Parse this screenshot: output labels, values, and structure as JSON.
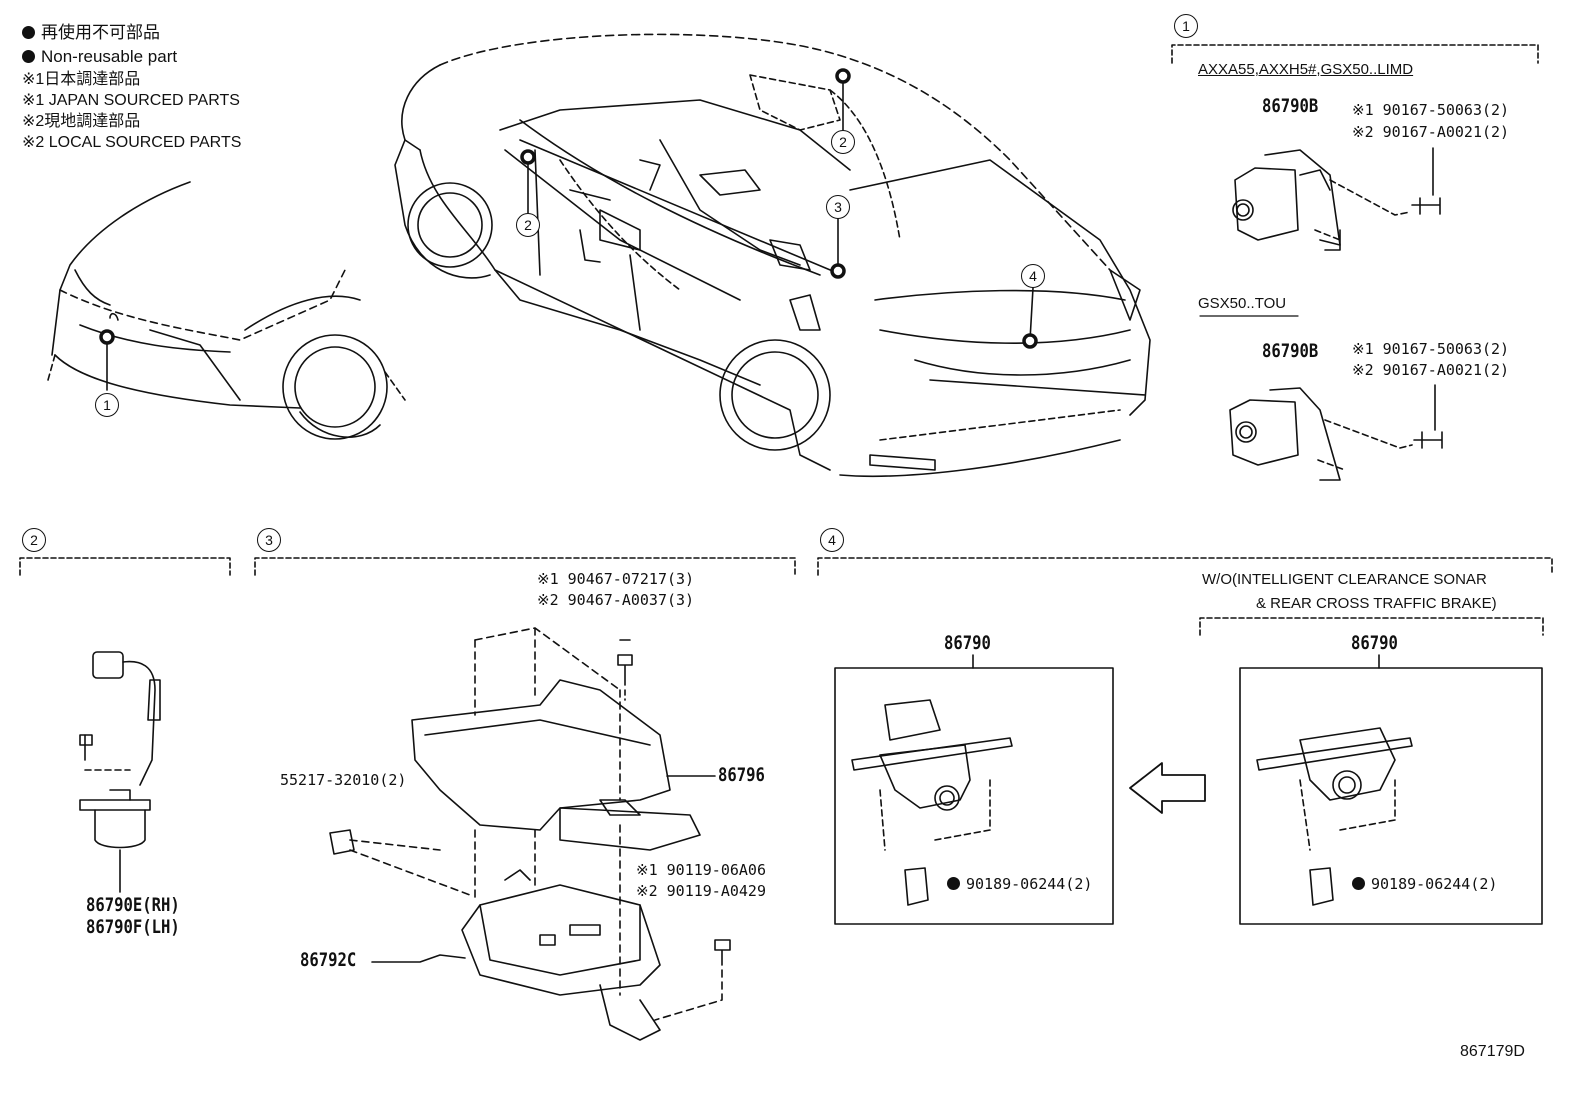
{
  "legend": {
    "non_reusable_jp": "再使用不可部品",
    "non_reusable_en": "Non-reusable part",
    "japan_jp": "※1日本調達部品",
    "japan_en": "※1 JAPAN SOURCED PARTS",
    "local_jp": "※2現地調達部品",
    "local_en": "※2 LOCAL SOURCED PARTS"
  },
  "callouts": [
    "1",
    "2",
    "3",
    "4"
  ],
  "section1": {
    "number": "1",
    "cond_a": "AXXA55,AXXH5#,GSX50..LIMD",
    "cond_b": "GSX50..TOU",
    "part_a": "86790B",
    "part_b": "86790B",
    "screw_a1": "※1 90167-50063(2)",
    "screw_a2": "※2 90167-A0021(2)",
    "screw_b1": "※1 90167-50063(2)",
    "screw_b2": "※2 90167-A0021(2)"
  },
  "section2": {
    "number": "2",
    "part_rh": "86790E(RH)",
    "part_lh": "86790F(LH)"
  },
  "section3": {
    "number": "3",
    "bolt1": "※1 90467-07217(3)",
    "bolt2": "※2 90467-A0037(3)",
    "clip": "55217-32010(2)",
    "cover": "86796",
    "screw1": "※1 90119-06A06",
    "screw2": "※2 90119-A0429",
    "bracket": "86792C"
  },
  "section4": {
    "number": "4",
    "condition_line1": "W/O(INTELLIGENT CLEARANCE SONAR",
    "condition_line2": "& REAR CROSS TRAFFIC BRAKE)",
    "camera_left": "86790",
    "camera_right": "86790",
    "nut_left": "90189-06244(2)",
    "nut_right": "90189-06244(2)"
  },
  "figure_id": "867179D"
}
